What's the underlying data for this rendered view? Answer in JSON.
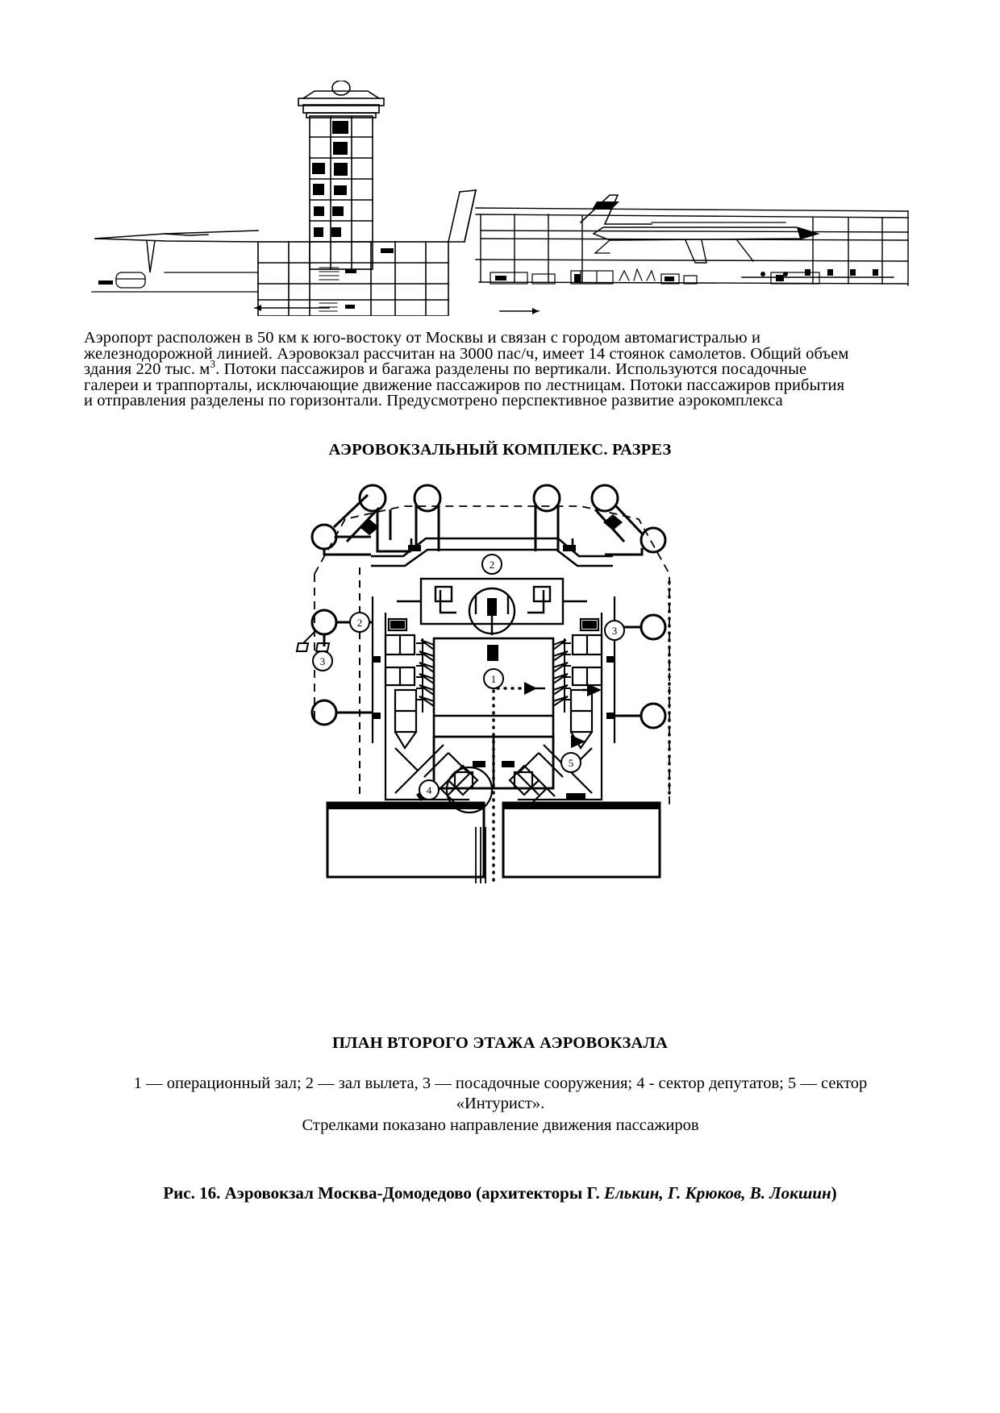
{
  "document": {
    "language": "ru",
    "page_background": "#ffffff",
    "ink_color": "#000000"
  },
  "section_figure": {
    "name": "airport-terminal-cross-section-drawing",
    "alt": "Продольный разрез аэровокзального комплекса с башней диспетчерской, галереями и самолетом"
  },
  "body": {
    "line1": "Аэропорт расположен в 50 км к юго-востоку от Москвы и связан с городом автомагистралью и",
    "line2": "железнодорожной линией. Аэровокзал рассчитан на 3000 пас/ч, имеет 14 стоянок самолетов. Общий объем",
    "line3_a": "здания 220 тыс. м",
    "line3_sup": "3",
    "line3_b": ". Потоки пассажиров и багажа разделены по вертикали. Используются посадочные",
    "line4": "галереи и траппорталы, исключающие движение пассажиров по лестницам. Потоки пассажиров прибытия",
    "line5": "и отправления разделены по горизонтали. Предусмотрено перспективное развитие аэрокомплекса"
  },
  "headings": {
    "section": "АЭРОВОКЗАЛЬНЫЙ КОМПЛЕКС. РАЗРЕЗ",
    "plan": "ПЛАН ВТОРОГО ЭТАЖА АЭРОВОКЗАЛА"
  },
  "plan_figure": {
    "name": "second-floor-plan-drawing",
    "alt": "План второго этажа аэровокзала с посадочными галереями и секторами",
    "markers": [
      {
        "id": "1",
        "label": "операционный зал"
      },
      {
        "id": "2",
        "label": "зал вылета"
      },
      {
        "id": "3",
        "label": "посадочные сооружения"
      },
      {
        "id": "4",
        "label": "сектор депутатов"
      },
      {
        "id": "5",
        "label": "сектор «Интурист»"
      }
    ]
  },
  "legend": {
    "line1": "1 — операционный зал; 2 — зал вылета, 3 — посадочные сооружения; 4 - сектор депутатов; 5 — сектор",
    "line2": "«Интурист».",
    "arrows_note": "Стрелками показано направление движения пассажиров"
  },
  "caption": {
    "prefix": "Рис. 16. Аэровокзал Москва-Домодедово (архитекторы Г. ",
    "names": "Елькин, Г. Крюков, В. Локшин",
    "suffix": ")"
  }
}
